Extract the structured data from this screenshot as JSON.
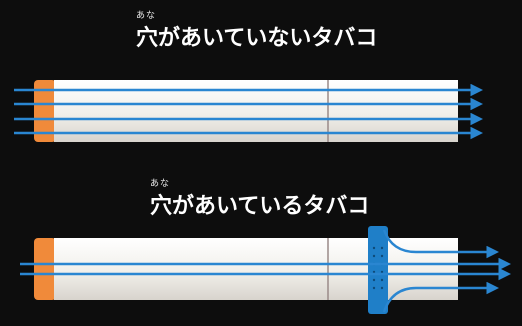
{
  "panels": {
    "top": {
      "ruby": "あな",
      "title": "穴があいていないタバコ"
    },
    "bottom": {
      "ruby": "あな",
      "title": "穴があいているタバコ"
    }
  },
  "colors": {
    "background": "#0d0d0d",
    "filter_tip": "#f08a3a",
    "paper": "#f2f0ec",
    "arrow": "#2a86d1",
    "hole_band": "#1f7fc8",
    "seam": "#9a8a88"
  }
}
